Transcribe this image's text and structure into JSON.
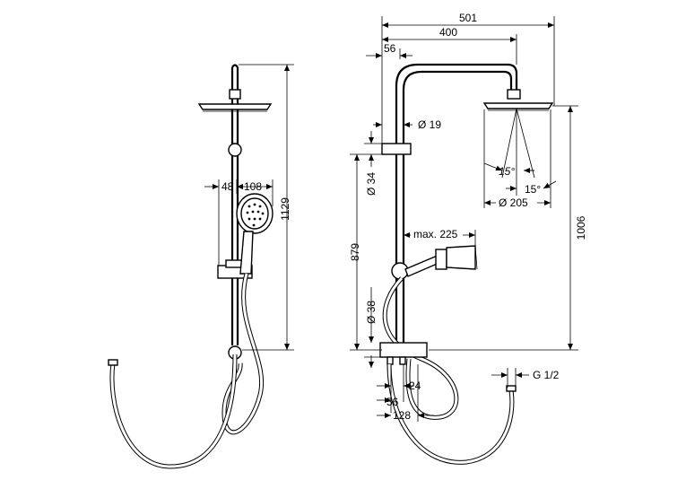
{
  "dimensions": {
    "d501": "501",
    "d400": "400",
    "d56_top": "56",
    "d19": "Ø 19",
    "d34": "Ø 34",
    "d15a": "15°",
    "d15b": "15°",
    "d205": "Ø 205",
    "dmax225": "max. 225",
    "d879": "879",
    "d1006": "1006",
    "d38": "Ø 38",
    "d1129": "1129",
    "d48": "48",
    "d108": "108",
    "d24": "24",
    "d56_bot": "56",
    "d128": "128",
    "dG12": "G 1/2"
  }
}
